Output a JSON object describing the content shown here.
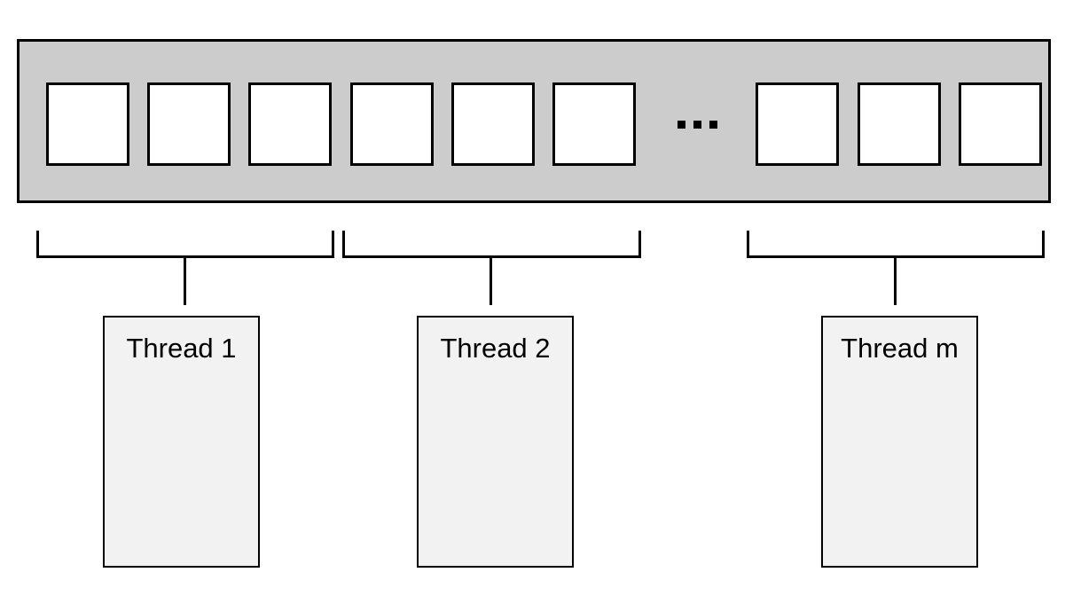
{
  "array": {
    "cell_count": 9,
    "ellipsis": "..."
  },
  "threads": [
    {
      "label": "Thread 1"
    },
    {
      "label": "Thread 2"
    },
    {
      "label": "Thread m"
    }
  ],
  "colors": {
    "array_fill": "#cccccc",
    "cell_fill": "#ffffff",
    "thread_fill": "#f2f2f2",
    "stroke": "#000000"
  }
}
